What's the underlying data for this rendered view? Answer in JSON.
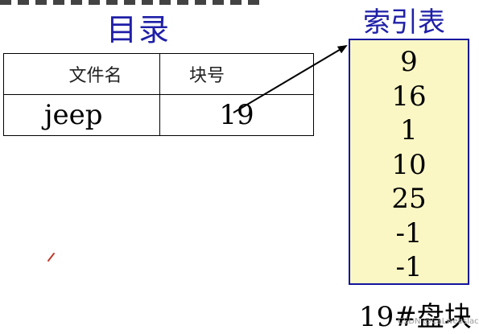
{
  "directory": {
    "title": "目录",
    "headers": [
      "文件名",
      "块号"
    ],
    "row": {
      "filename": "jeep",
      "block": "19"
    }
  },
  "index_table": {
    "title": "索引表",
    "entries": [
      "9",
      "16",
      "1",
      "10",
      "25",
      "-1",
      "-1"
    ],
    "caption": "19#盘块"
  },
  "watermark": "CSDN @CaLwebslacku",
  "colors": {
    "title_blue": "#1f1fa8",
    "box_border": "#1414a0",
    "box_fill": "#fbf7c4"
  }
}
